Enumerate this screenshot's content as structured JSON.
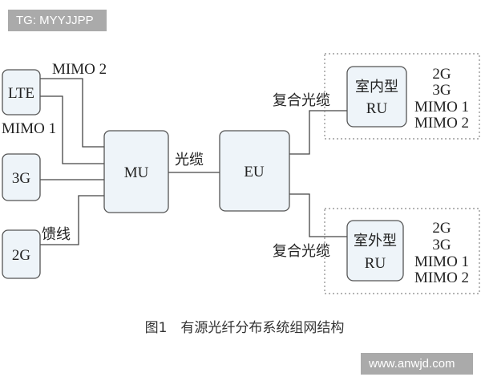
{
  "watermark_top": "TG: MYYJJPP",
  "watermark_bottom": "www.anwjd.com",
  "nodes": {
    "lte": "LTE",
    "g3": "3G",
    "g2": "2G",
    "mu": "MU",
    "eu": "EU",
    "ru_indoor": [
      "室内型",
      "RU"
    ],
    "ru_outdoor": [
      "室外型",
      "RU"
    ]
  },
  "links": {
    "mimo2": "MIMO 2",
    "mimo1": "MIMO 1",
    "feeder": "馈线",
    "fiber": "光缆",
    "composite_fiber": "复合光缆"
  },
  "ru_services": [
    "2G",
    "3G",
    "MIMO 1",
    "MIMO 2"
  ],
  "caption": "图1　有源光纤分布系统组网结构"
}
